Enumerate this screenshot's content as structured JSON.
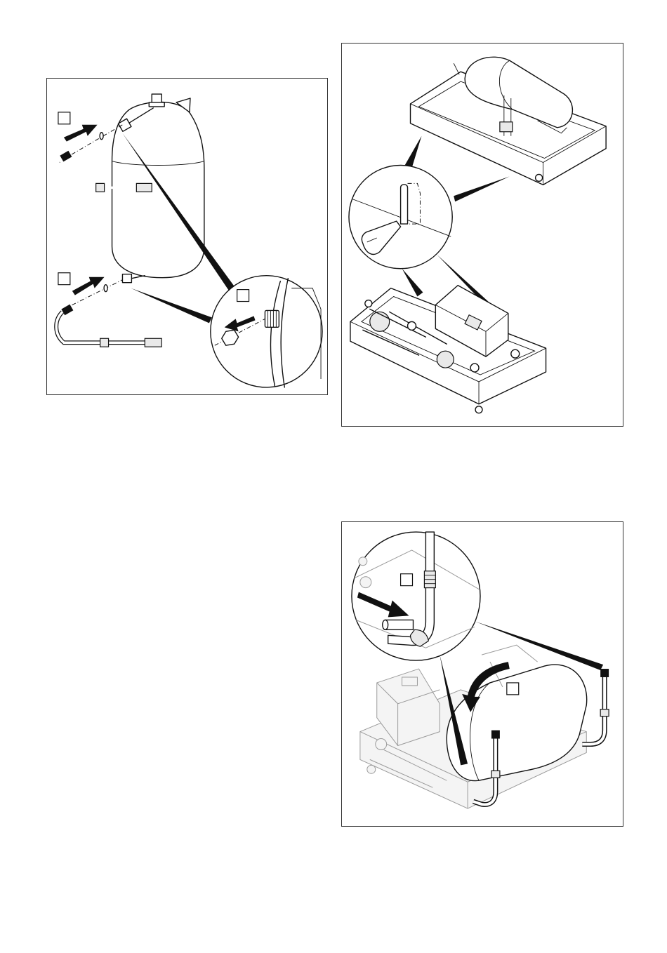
{
  "figures": [
    {
      "id": "fig-a",
      "subject": "expansion-vessel-connections"
    },
    {
      "id": "fig-b",
      "subject": "housing-clip-release"
    },
    {
      "id": "fig-c",
      "subject": "pipe-reconnection"
    }
  ]
}
